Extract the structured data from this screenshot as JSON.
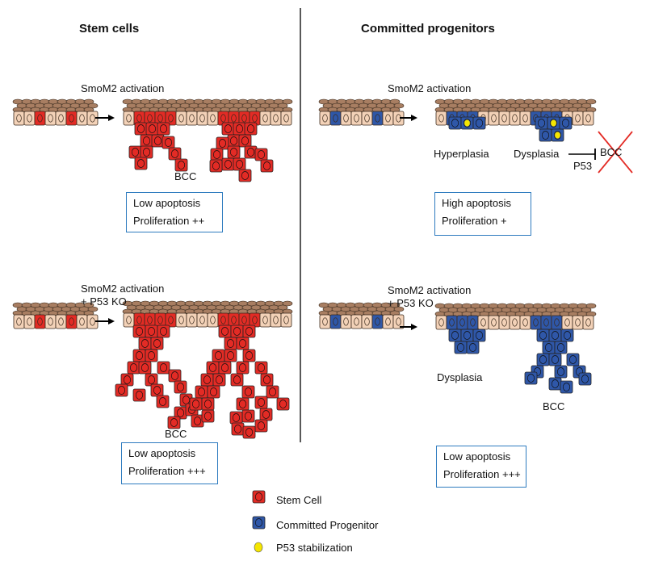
{
  "columns": {
    "left_title": "Stem cells",
    "right_title": "Committed progenitors"
  },
  "panels": {
    "sc_top": {
      "label": "SmoM2 activation",
      "outcome": "BCC",
      "box_line1": "Low apoptosis",
      "box_line2": "Proliferation ++"
    },
    "sc_bottom": {
      "label_line1": "SmoM2 activation",
      "label_line2": "+  P53 KO",
      "outcome": "BCC",
      "box_line1": "Low apoptosis",
      "box_line2": "Proliferation +++"
    },
    "cp_top": {
      "label": "SmoM2 activation",
      "hyperplasia": "Hyperplasia",
      "dysplasia": "Dysplasia",
      "blocked": "BCC",
      "inhibitor": "P53",
      "box_line1": "High  apoptosis",
      "box_line2": "Proliferation +"
    },
    "cp_bottom": {
      "label_line1": "SmoM2 activation",
      "label_line2": "+  P53 KO",
      "dysplasia": "Dysplasia",
      "outcome": "BCC",
      "box_line1": "Low apoptosis",
      "box_line2": "Proliferation +++"
    }
  },
  "legend": {
    "stem_cell": "Stem Cell",
    "committed_progenitor": "Committed Progenitor",
    "p53": "P53 stabilization"
  },
  "colors": {
    "stem": "#e32b25",
    "progenitor": "#2f57a8",
    "p53": "#f5e600",
    "basal": "#f3d2b8",
    "suprabasal": "#a87e62",
    "outline": "#3a2a1c",
    "box_border": "#2e7bbf",
    "cross": "#e32b25"
  }
}
